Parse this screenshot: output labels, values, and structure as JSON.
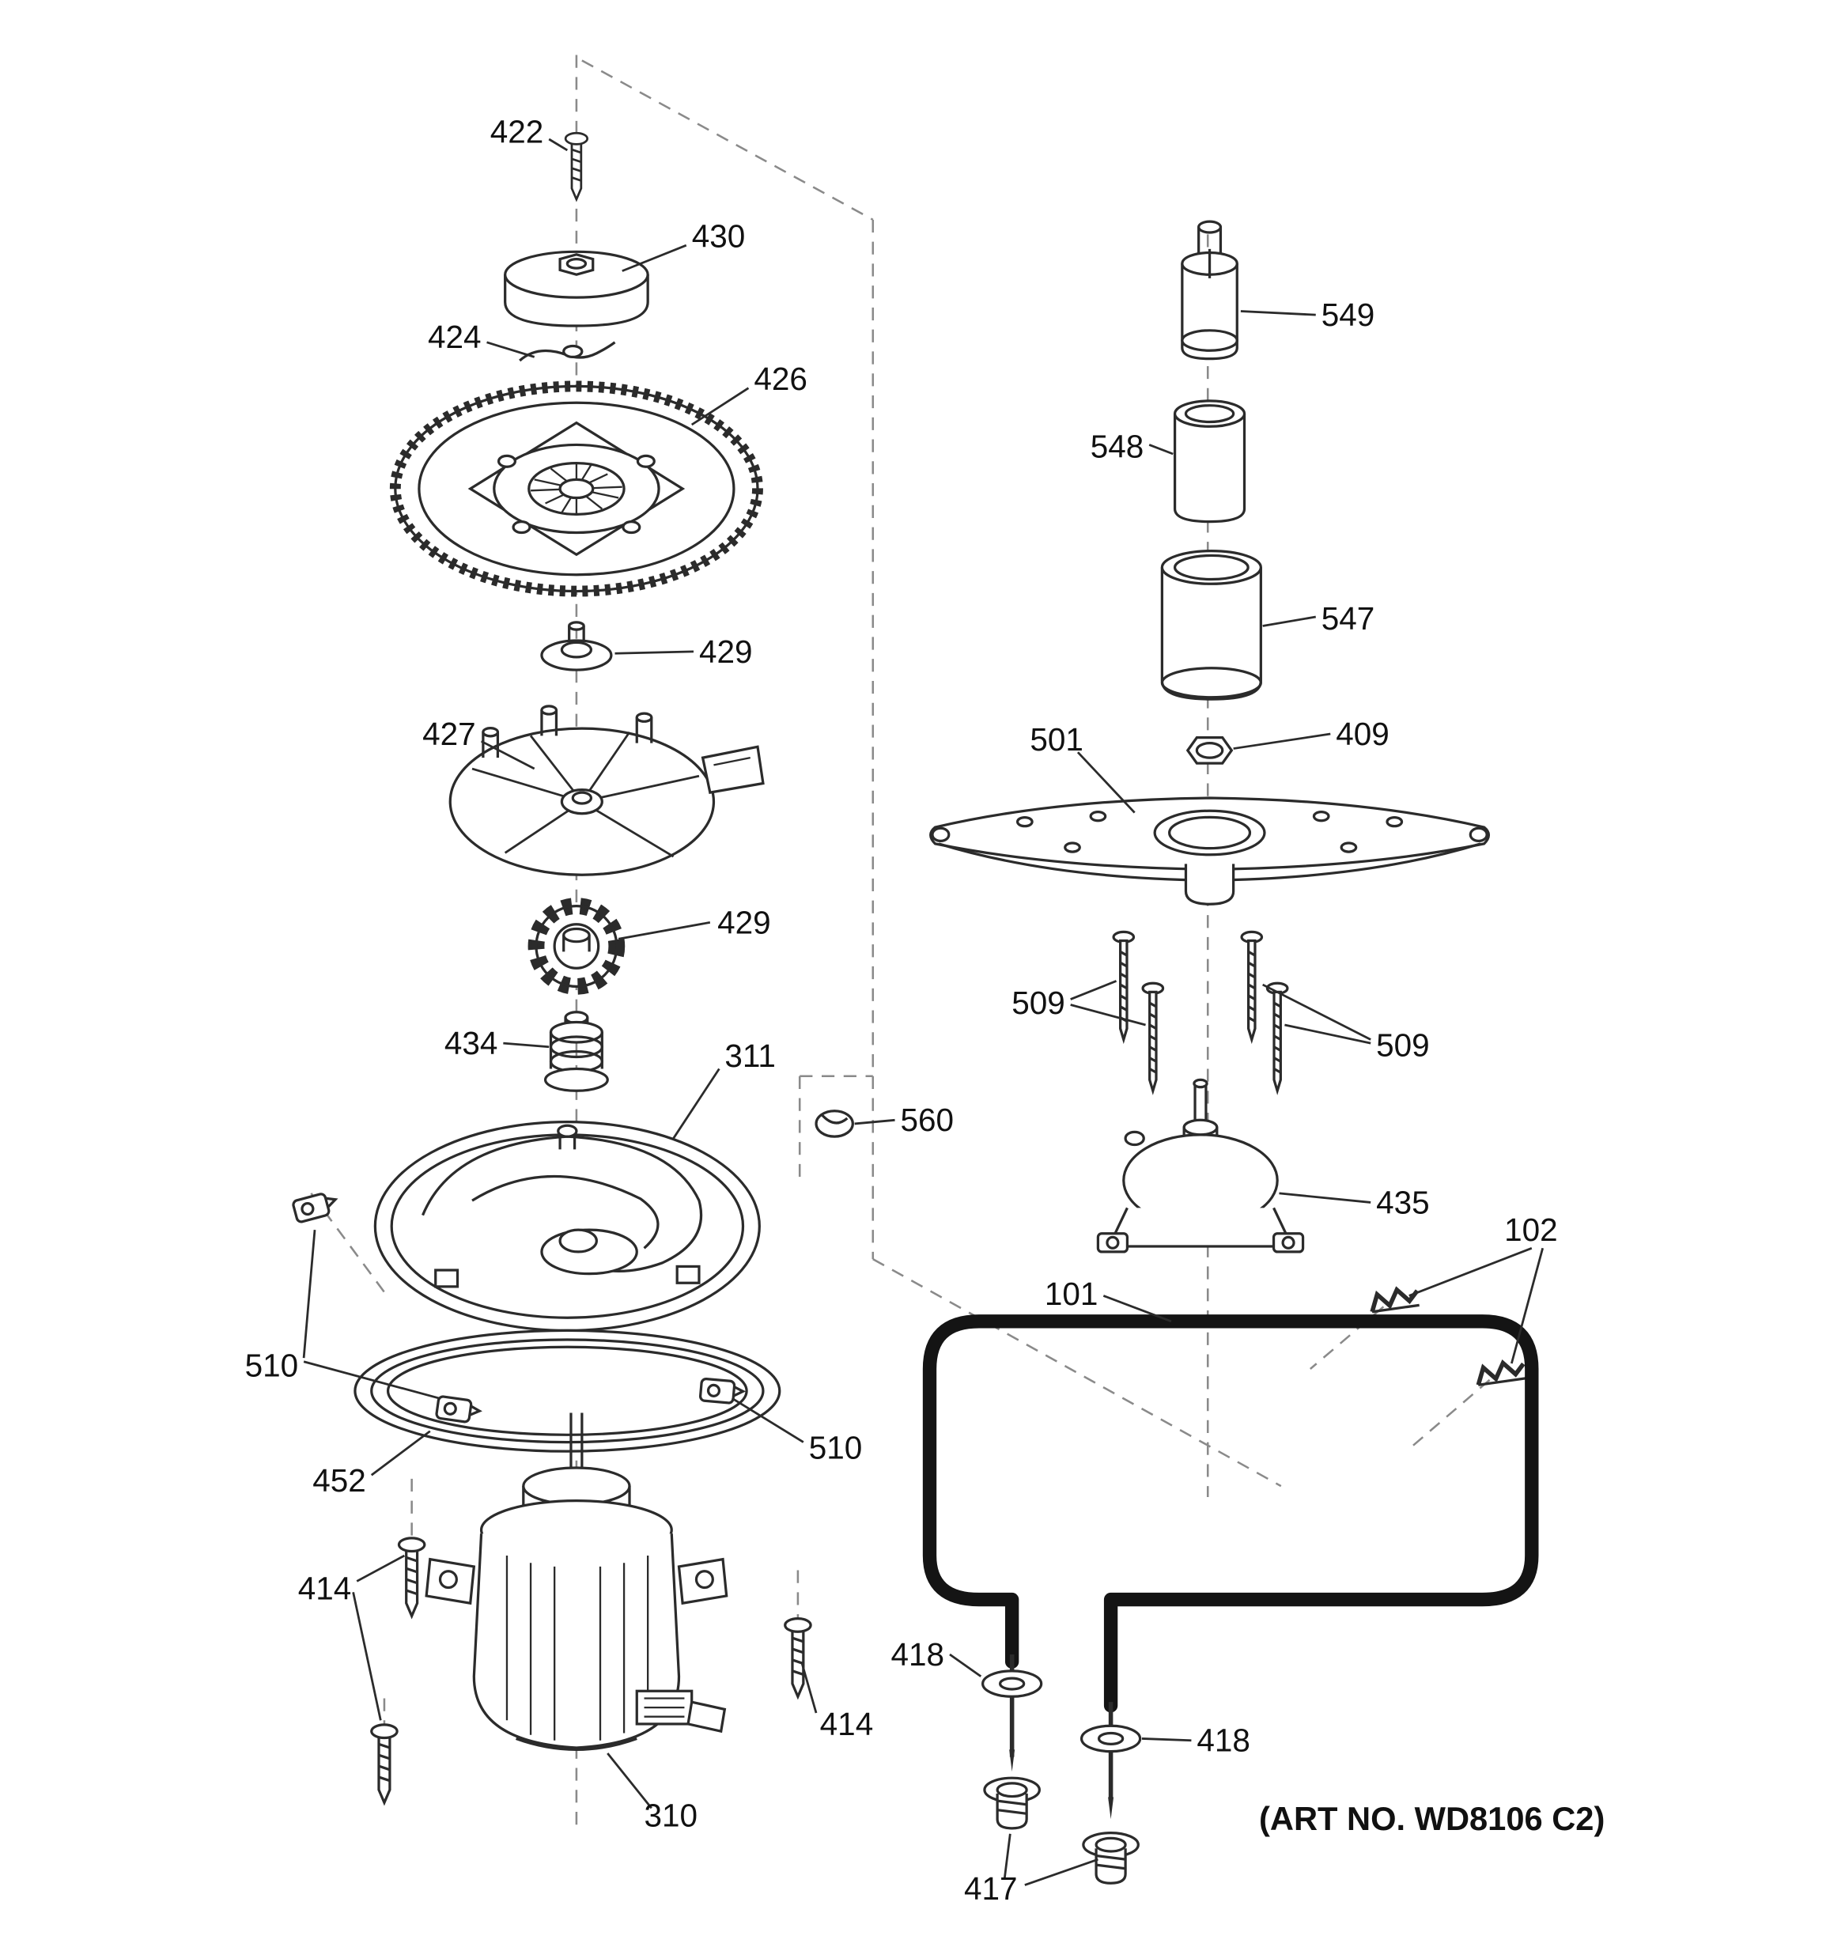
{
  "colors": {
    "background": "#ffffff",
    "line": "#2b2b2b",
    "heating_element": "#141414"
  },
  "footer": {
    "art_no": "(ART NO. WD8106 C2)"
  },
  "callouts": {
    "screw_422": "422",
    "pump_cover_430": "430",
    "clip_424": "424",
    "flywheel_426": "426",
    "seal_429_upper": "429",
    "impeller_427": "427",
    "gear_429_lower": "429",
    "seal_kit_434": "434",
    "pump_housing_311": "311",
    "grommet_560": "560",
    "clip_510_left": "510",
    "clip_510_right": "510",
    "gasket_452": "452",
    "screw_414_left": "414",
    "screw_414_right": "414",
    "motor_310": "310",
    "cap_549": "549",
    "tube_548": "548",
    "tube_547": "547",
    "nut_409": "409",
    "spray_arm_501": "501",
    "screws_509_left": "509",
    "screws_509_right": "509",
    "pump_435": "435",
    "clips_102": "102",
    "heating_element_101": "101",
    "washer_418_left": "418",
    "washer_418_right": "418",
    "bolt_417": "417"
  }
}
